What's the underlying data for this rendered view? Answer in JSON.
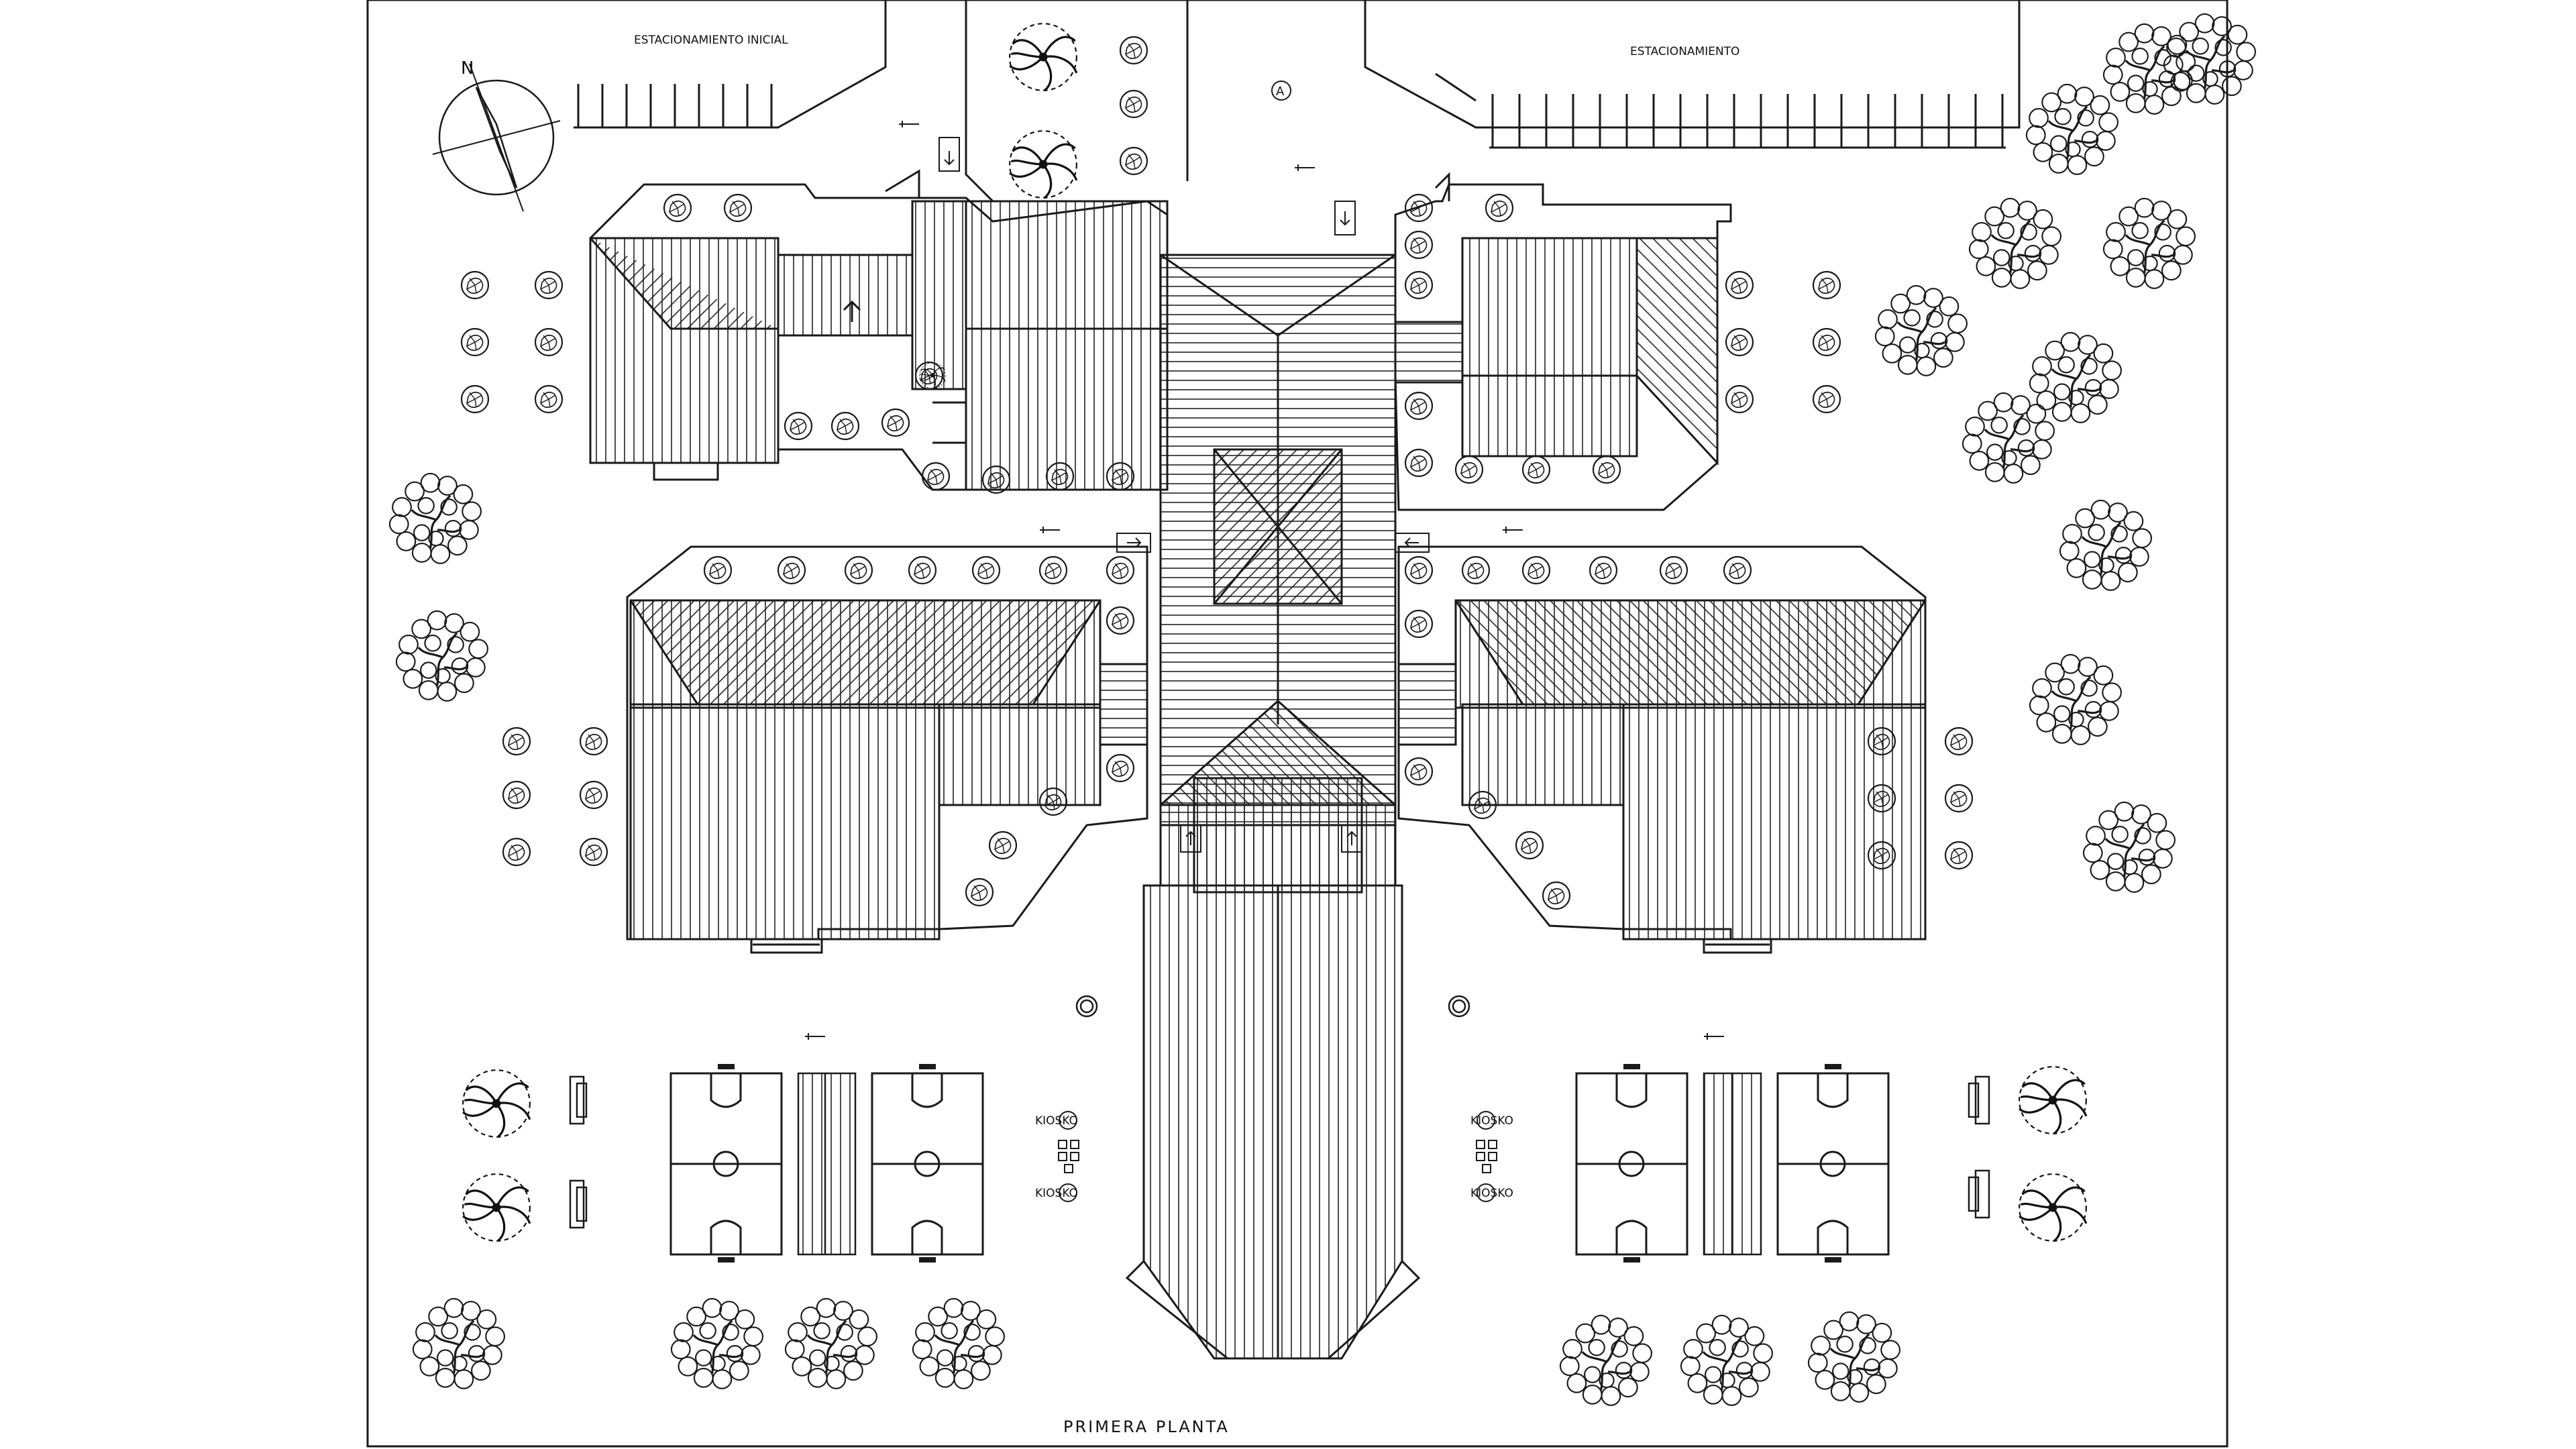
{
  "labels": {
    "parking_initial": "ESTACIONAMIENTO INICIAL",
    "parking": "ESTACIONAMIENTO",
    "north": "N",
    "axis_marker": "A",
    "floor_title": "PRIMERA PLANTA",
    "kiosk": "KIOSKO"
  },
  "colors": {
    "line": "#1a1a1a",
    "background": "#ffffff"
  },
  "icons": {
    "compass": "north-arrow-icon",
    "small_tree": "tree-plan-icon",
    "palm": "palm-tree-icon",
    "large_tree": "deciduous-tree-icon"
  }
}
